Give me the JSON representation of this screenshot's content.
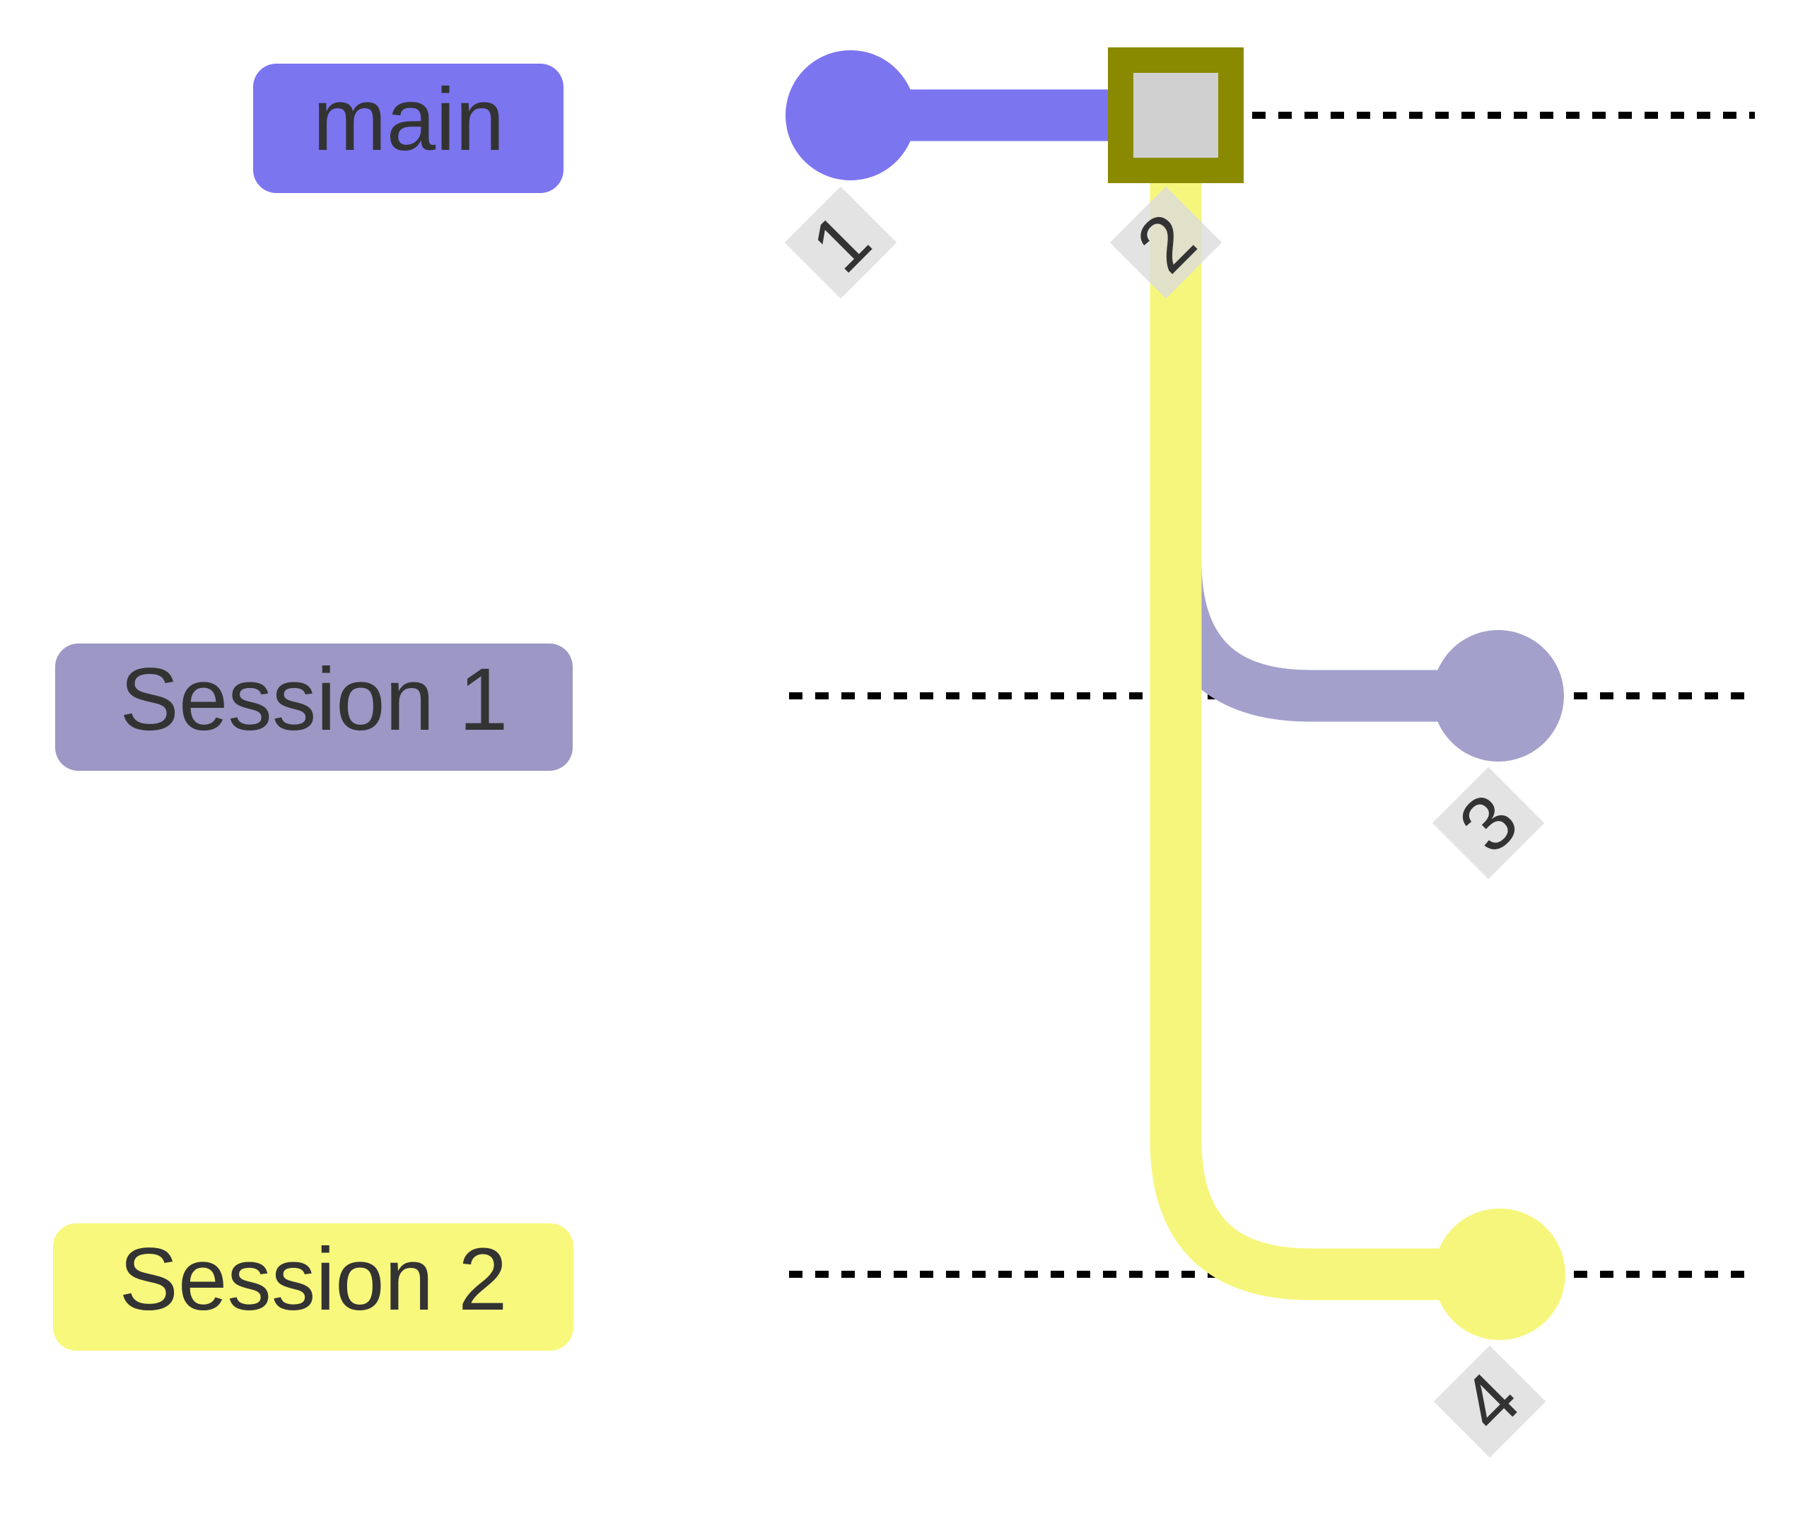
{
  "diagram": {
    "type": "gitGraph",
    "branches": [
      {
        "label": "main"
      },
      {
        "label": "Session 1"
      },
      {
        "label": "Session 2"
      }
    ],
    "commits": [
      {
        "label": "1",
        "branch": "main",
        "type": "normal"
      },
      {
        "label": "2",
        "branch": "main",
        "type": "highlight"
      },
      {
        "label": "3",
        "branch": "Session 1",
        "type": "normal"
      },
      {
        "label": "4",
        "branch": "Session 2",
        "type": "normal"
      }
    ],
    "colors": {
      "main": "#7c75f0",
      "main_badge": "#7c75f0",
      "session1": "#a3a0cc",
      "session1_badge": "#9c97c4",
      "session2": "#f6f67d",
      "session2_badge": "#f8f87d",
      "highlight_border": "#8a8a00",
      "highlight_fill": "#d0d0d0",
      "label_bg": "#dcdcdc",
      "text": "#333333",
      "dash": "#000000"
    }
  }
}
